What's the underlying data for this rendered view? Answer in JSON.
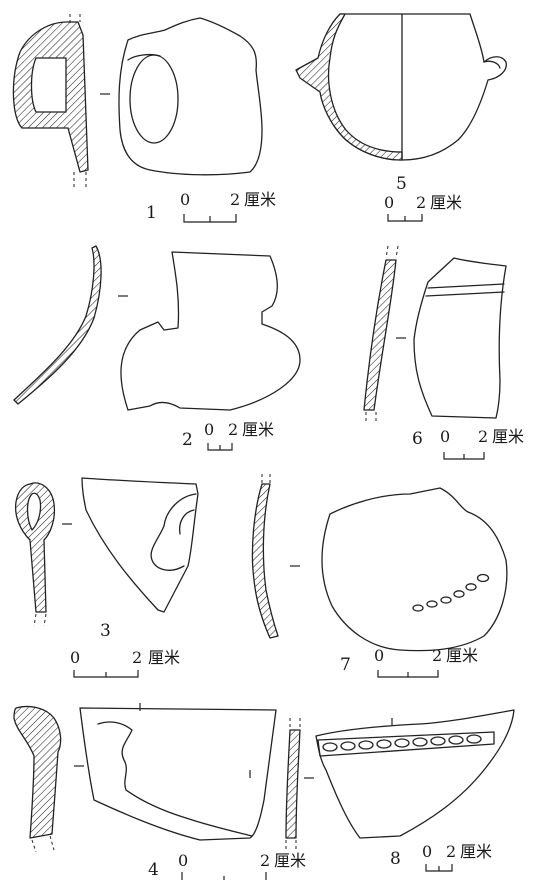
{
  "figures": [
    {
      "id": "1",
      "label": "1",
      "scale_start": "0",
      "scale_end": "2",
      "scale_unit": "厘米"
    },
    {
      "id": "2",
      "label": "2",
      "scale_start": "0",
      "scale_end": "2",
      "scale_unit": "厘米"
    },
    {
      "id": "3",
      "label": "3",
      "scale_start": "0",
      "scale_end": "2",
      "scale_unit": "厘米"
    },
    {
      "id": "4",
      "label": "4",
      "scale_start": "0",
      "scale_end": "2",
      "scale_unit": "厘米"
    },
    {
      "id": "5",
      "label": "5",
      "scale_start": "0",
      "scale_end": "2",
      "scale_unit": "厘米"
    },
    {
      "id": "6",
      "label": "6",
      "scale_start": "0",
      "scale_end": "2",
      "scale_unit": "厘米"
    },
    {
      "id": "7",
      "label": "7",
      "scale_start": "0",
      "scale_end": "2",
      "scale_unit": "厘米"
    },
    {
      "id": "8",
      "label": "8",
      "scale_start": "0",
      "scale_end": "2",
      "scale_unit": "厘米"
    }
  ],
  "colors": {
    "ink": "#222222",
    "paper": "#ffffff"
  }
}
